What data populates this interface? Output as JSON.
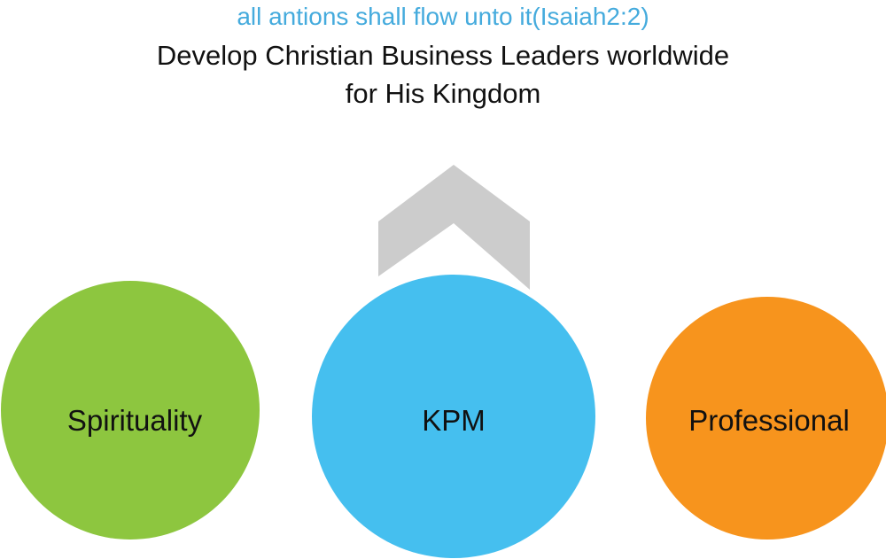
{
  "header": {
    "verse": "all antions shall flow unto it(Isaiah2:2)",
    "mission_line_1": "Develop Christian Business Leaders worldwide",
    "mission_line_2": "for His Kingdom"
  },
  "nodes": [
    {
      "id": "spirituality",
      "label": "Spirituality",
      "color": "#8DC63F"
    },
    {
      "id": "kpm",
      "label": "KPM",
      "color": "#45BFEF"
    },
    {
      "id": "professional",
      "label": "Professional",
      "color": "#F7941D"
    }
  ],
  "arrow": {
    "direction": "up",
    "color": "#CCCCCC"
  },
  "colors": {
    "verse_text": "#45ABDD",
    "body_text": "#111111"
  }
}
